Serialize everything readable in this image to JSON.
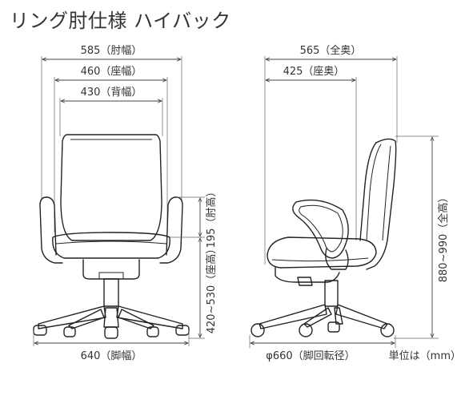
{
  "title": "リング肘仕様 ハイバック",
  "front_view": {
    "width_armrest": "585（肘幅）",
    "width_seat": "460（座幅）",
    "width_back": "430（背幅）",
    "arm_height": "195（肘高）",
    "seat_height": "420~530（座高）",
    "leg_width": "640（脚幅）"
  },
  "side_view": {
    "depth_total": "565（全奥）",
    "depth_seat": "425（座奥）",
    "height_total": "880~990（全高）",
    "base_diameter": "φ660（脚回転径）"
  },
  "unit_note": "単位は（mm）"
}
